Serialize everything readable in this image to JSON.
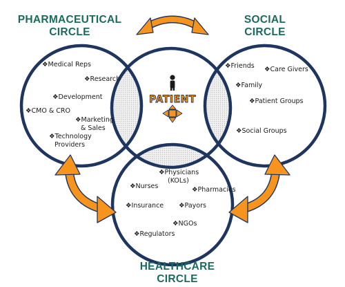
{
  "titles": {
    "pharma_line1": "PHARMACEUTICAL",
    "pharma_line2": "CIRCLE",
    "social_line1": "SOCIAL",
    "social_line2": "CIRCLE",
    "health_line1": "HEALTHCARE",
    "health_line2": "CIRCLE"
  },
  "center": {
    "label": "PATIENT"
  },
  "pharma_items": {
    "medical_reps": "Medical Reps",
    "research": "Research",
    "development": "Development",
    "cmo_cro": "CMO & CRO",
    "marketing_1": "Marketing",
    "marketing_2": "& Sales",
    "tech_1": "Technology",
    "tech_2": "Providers"
  },
  "social_items": {
    "friends": "Friends",
    "care_givers": "Care Givers",
    "family": "Family",
    "patient_groups": "Patient Groups",
    "social_groups": "Social Groups"
  },
  "health_items": {
    "physicians_1": "Physicians",
    "physicians_2": "(KOLs)",
    "nurses": "Nurses",
    "pharmacies": "Pharmacies",
    "insurance": "Insurance",
    "payors": "Payors",
    "ngos": "NGOs",
    "regulators": "Regulators"
  },
  "colors": {
    "circle_stroke": "#1e3560",
    "title_teal": "#1a6b5e",
    "arrow_orange": "#f7941d",
    "overlap_gray": "#e3e3e3"
  }
}
